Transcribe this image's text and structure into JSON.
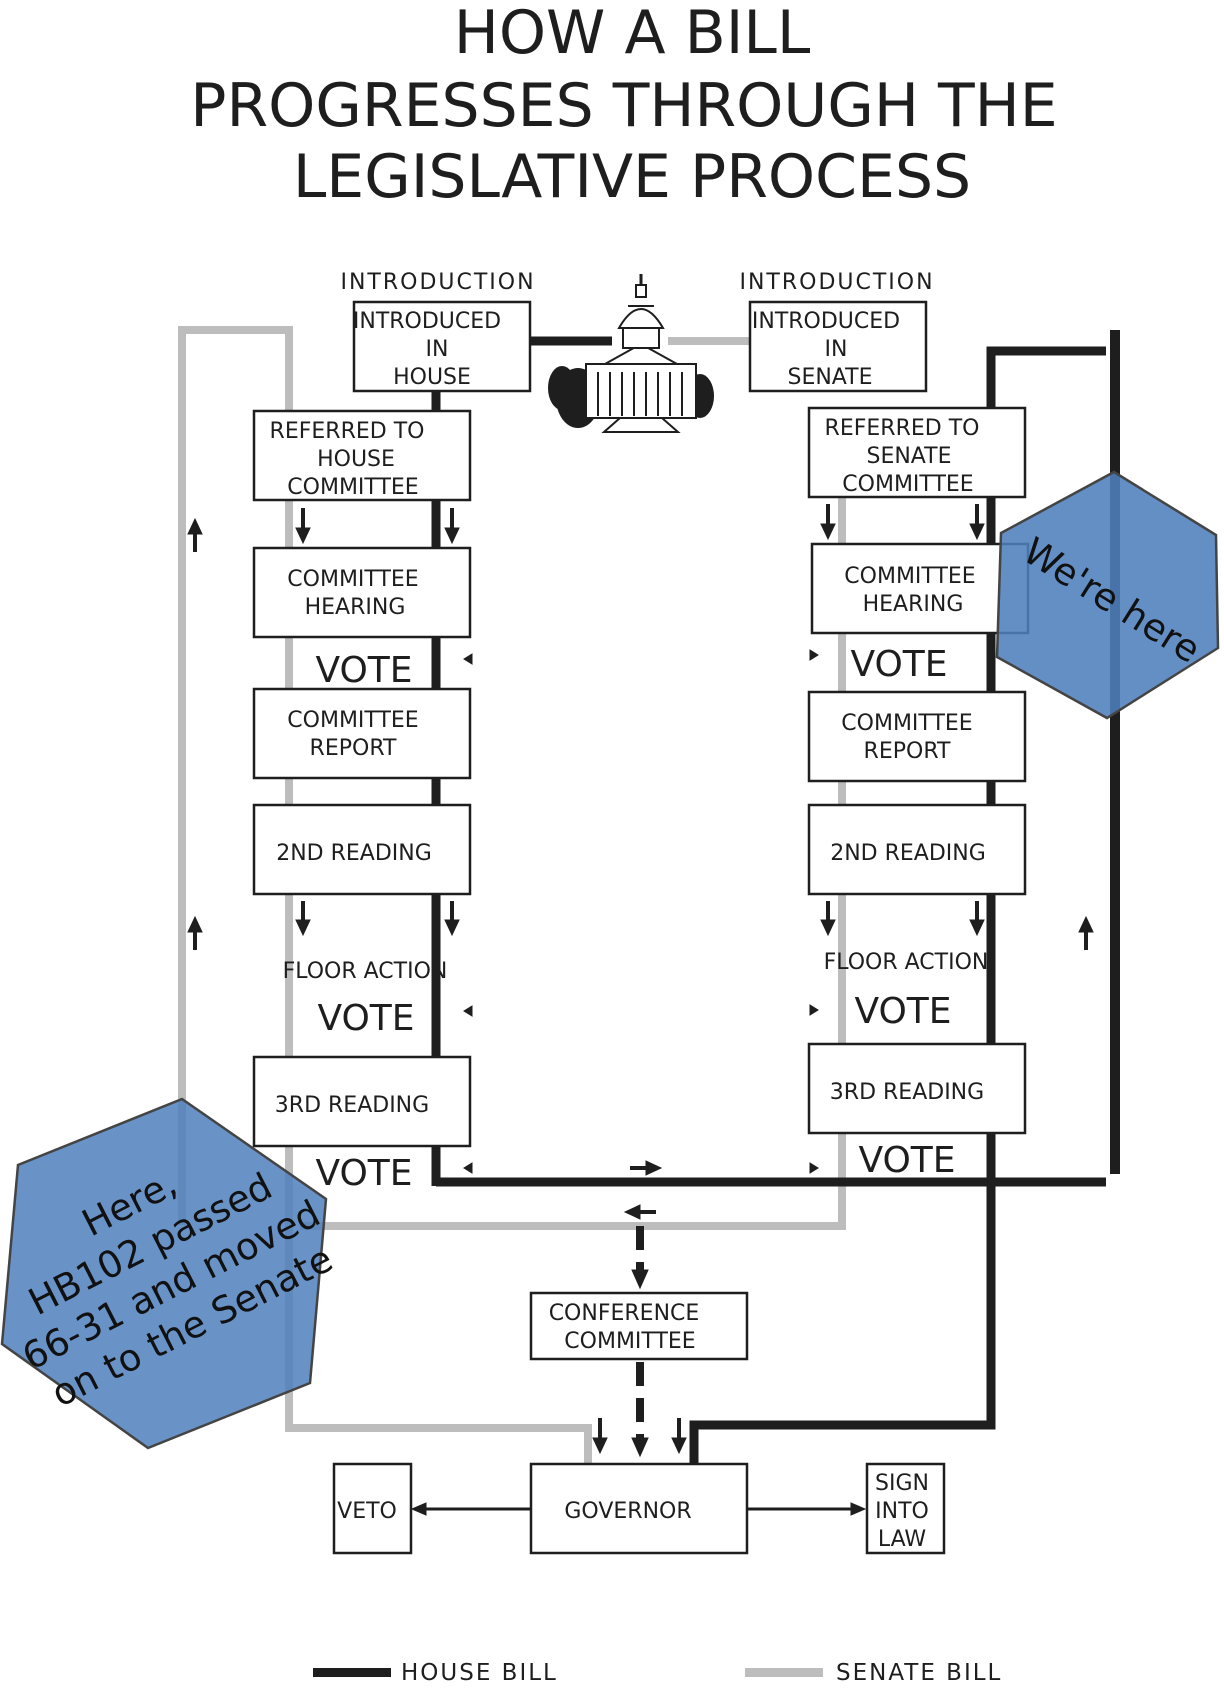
{
  "title": {
    "line1": "HOW A BILL",
    "line2": "PROGRESSES THROUGH THE",
    "line3": "LEGISLATIVE PROCESS"
  },
  "house": {
    "introduction": "INTRODUCTION",
    "introduced": [
      "INTRODUCED",
      "IN",
      "HOUSE"
    ],
    "referred": [
      "REFERRED TO",
      "HOUSE",
      "COMMITTEE"
    ],
    "hearing": [
      "COMMITTEE",
      "HEARING"
    ],
    "report": [
      "COMMITTEE",
      "REPORT"
    ],
    "second_reading": "2ND READING",
    "floor_action": "FLOOR ACTION",
    "third_reading": "3RD READING"
  },
  "senate": {
    "introduction": "INTRODUCTION",
    "introduced": [
      "INTRODUCED",
      "IN",
      "SENATE"
    ],
    "referred": [
      "REFERRED TO",
      "SENATE",
      "COMMITTEE"
    ],
    "hearing": [
      "COMMITTEE",
      "HEARING"
    ],
    "report": [
      "COMMITTEE",
      "REPORT"
    ],
    "second_reading": "2ND READING",
    "floor_action": "FLOOR ACTION",
    "third_reading": "3RD READING"
  },
  "vote_label": "VOTE",
  "conference": [
    "CONFERENCE",
    "COMMITTEE"
  ],
  "governor": "GOVERNOR",
  "veto": "VETO",
  "sign": [
    "SIGN",
    "INTO",
    "LAW"
  ],
  "legend": {
    "house": "HOUSE BILL",
    "senate": "SENATE BILL"
  },
  "annotations": {
    "left_bubble": [
      "Here,",
      "HB102 passed",
      "66-31 and moved",
      "on to the Senate"
    ],
    "right_bubble": "We're here"
  },
  "colors": {
    "house_line": "#1e1e1e",
    "senate_line": "#bdbdbd",
    "bubble_fill": "#4f7fbc",
    "bubble_stroke": "#444444"
  }
}
